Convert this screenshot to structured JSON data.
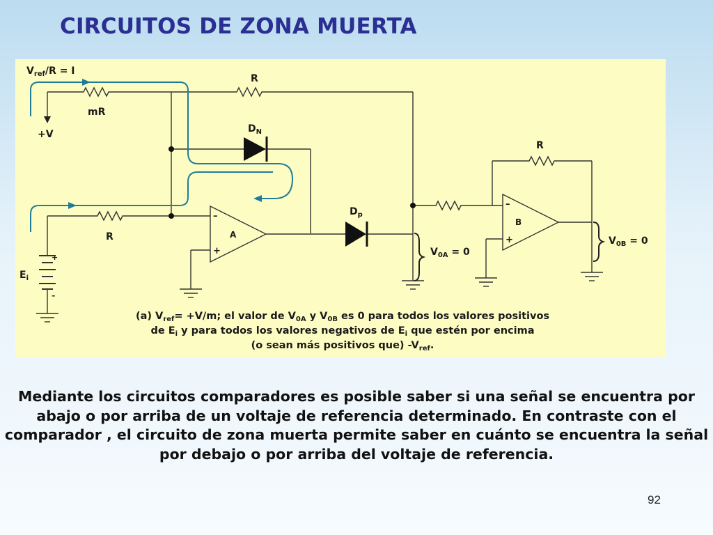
{
  "slide": {
    "title": "CIRCUITOS DE ZONA MUERTA",
    "body": "Mediante los circuitos comparadores es posible saber si una señal se encuentra por abajo o por arriba de un voltaje de referencia determinado. En contraste con el comparador , el circuito de zona muerta permite saber en cuánto se encuentra la señal por debajo o por arriba del voltaje de referencia.",
    "page_number": "92"
  },
  "diagram": {
    "labels": {
      "vref_main": "V",
      "vref_sub": "ref",
      "vref_rest": "/R = I",
      "r_top": "R",
      "mr": "mR",
      "plus_v": "+V",
      "dn_main": "D",
      "dn_sub": "N",
      "dp_main": "D",
      "dp_sub": "p",
      "r_in": "R",
      "r_fb_b": "R",
      "amp_a": "A",
      "amp_b": "B",
      "minus": "–",
      "plus": "+",
      "ei_main": "E",
      "ei_sub": "i",
      "v0a_main": "V",
      "v0a_sub": "0A",
      "v0a_rest": " = 0",
      "v0b_main": "V",
      "v0b_sub": "0B",
      "v0b_rest": " = 0"
    },
    "caption": {
      "line1_a": "(a) V",
      "line1_sub1": "ref",
      "line1_b": "= +V/m; el valor de V",
      "line1_sub2": "0A",
      "line1_c": " y V",
      "line1_sub3": "0B",
      "line1_d": " es 0 para todos los valores positivos",
      "line2_a": "de E",
      "line2_sub1": "i",
      "line2_b": " y para todos los valores negativos de E",
      "line2_sub2": "i",
      "line2_c": " que estén por encima",
      "line3_a": "(o sean más positivos que) -V",
      "line3_sub": "ref",
      "line3_b": "."
    },
    "colors": {
      "background": "#fdfdc3",
      "wire": "#333333",
      "current_arrow": "#1f7d9a",
      "title": "#2b2f93"
    }
  }
}
